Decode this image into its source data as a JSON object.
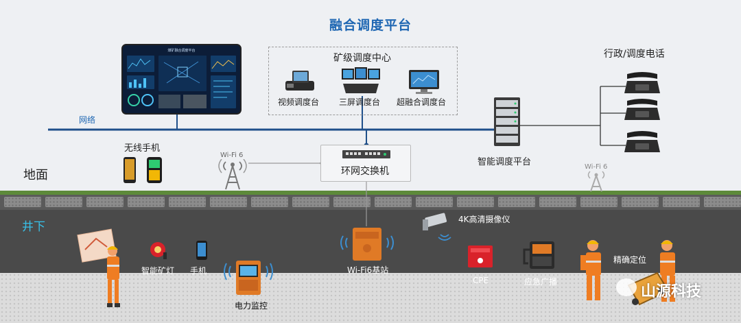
{
  "title": "融合调度平台",
  "network_label": "网络",
  "ground_label": "地面",
  "underground_label": "井下",
  "dispatch_center": {
    "label": "矿级调度中心",
    "devices": [
      "视频调度台",
      "三屏调度台",
      "超融合调度台"
    ]
  },
  "dashboard_screen_title": "煤矿融合调度平台",
  "phones_label": "行政/调度电话",
  "smart_dispatch_label": "智能调度平台",
  "switch_label": "环网交换机",
  "wireless_phone_label": "无线手机",
  "wifi_left_label": "Wi-Fi 6",
  "wifi_right_label": "Wi-Fi 6",
  "underground": {
    "lamp_label": "智能矿灯",
    "phone_label": "手机",
    "power_label": "电力监控",
    "base_station_label": "Wi-Fi6基站",
    "camera_label": "4K高清摄像仪",
    "cpe_label": "CPE",
    "broadcast_label": "应急广播",
    "positioning_label": "精确定位"
  },
  "watermark": "山源科技",
  "colors": {
    "title_blue": "#1f67b3",
    "network_line": "#1e4f8a",
    "ground_green": "#5d8a3a",
    "device_orange": "#e07a26",
    "cpe_red": "#d9222a"
  }
}
